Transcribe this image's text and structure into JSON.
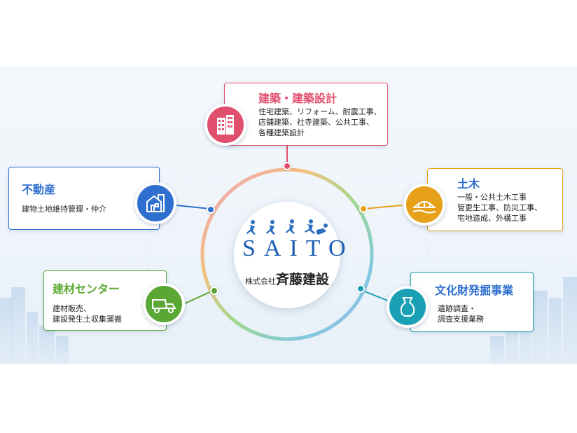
{
  "center": {
    "logo_text": "SAITO",
    "company_prefix": "株式会社",
    "company_name": "斉藤建設"
  },
  "services": [
    {
      "title": "建築・建築設計",
      "lines": [
        "住宅建築、リフォーム、耐震工事、",
        "店舗建築、社寺建築、公共工事、",
        "各種建築設計"
      ],
      "icon": "building-icon",
      "color": "#e0506e"
    },
    {
      "title": "不動産",
      "lines": [
        "建物土地維持管理・仲介"
      ],
      "icon": "house-icon",
      "color": "#2f6fd0"
    },
    {
      "title": "土木",
      "lines": [
        "一般・公共土木工事",
        "管更生工事、防災工事、",
        "宅地造成、外構工事"
      ],
      "icon": "bridge-icon",
      "color": "#e6a019"
    },
    {
      "title": "建材センター",
      "lines": [
        "建材販売、",
        "建設発生土収集運搬"
      ],
      "icon": "dump-truck-icon",
      "color": "#5aa833"
    },
    {
      "title": "文化財発掘事業",
      "lines": [
        "遺跡調査・",
        "調査支援業務"
      ],
      "icon": "vase-icon",
      "color": "#1aa0b4"
    }
  ]
}
